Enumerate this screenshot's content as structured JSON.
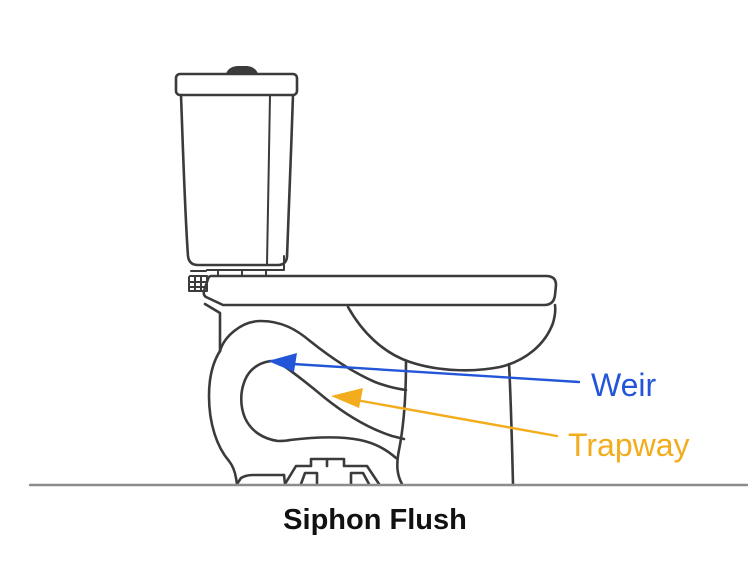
{
  "diagram": {
    "caption": "Siphon Flush",
    "labels": {
      "weir": "Weir",
      "trapway": "Trapway"
    }
  },
  "colors": {
    "outline": "#3b3b3b",
    "floor": "#8c8c8c",
    "weir": "#2355d8",
    "trapway": "#f2ac1c",
    "caption": "#111111",
    "background": "#ffffff"
  }
}
